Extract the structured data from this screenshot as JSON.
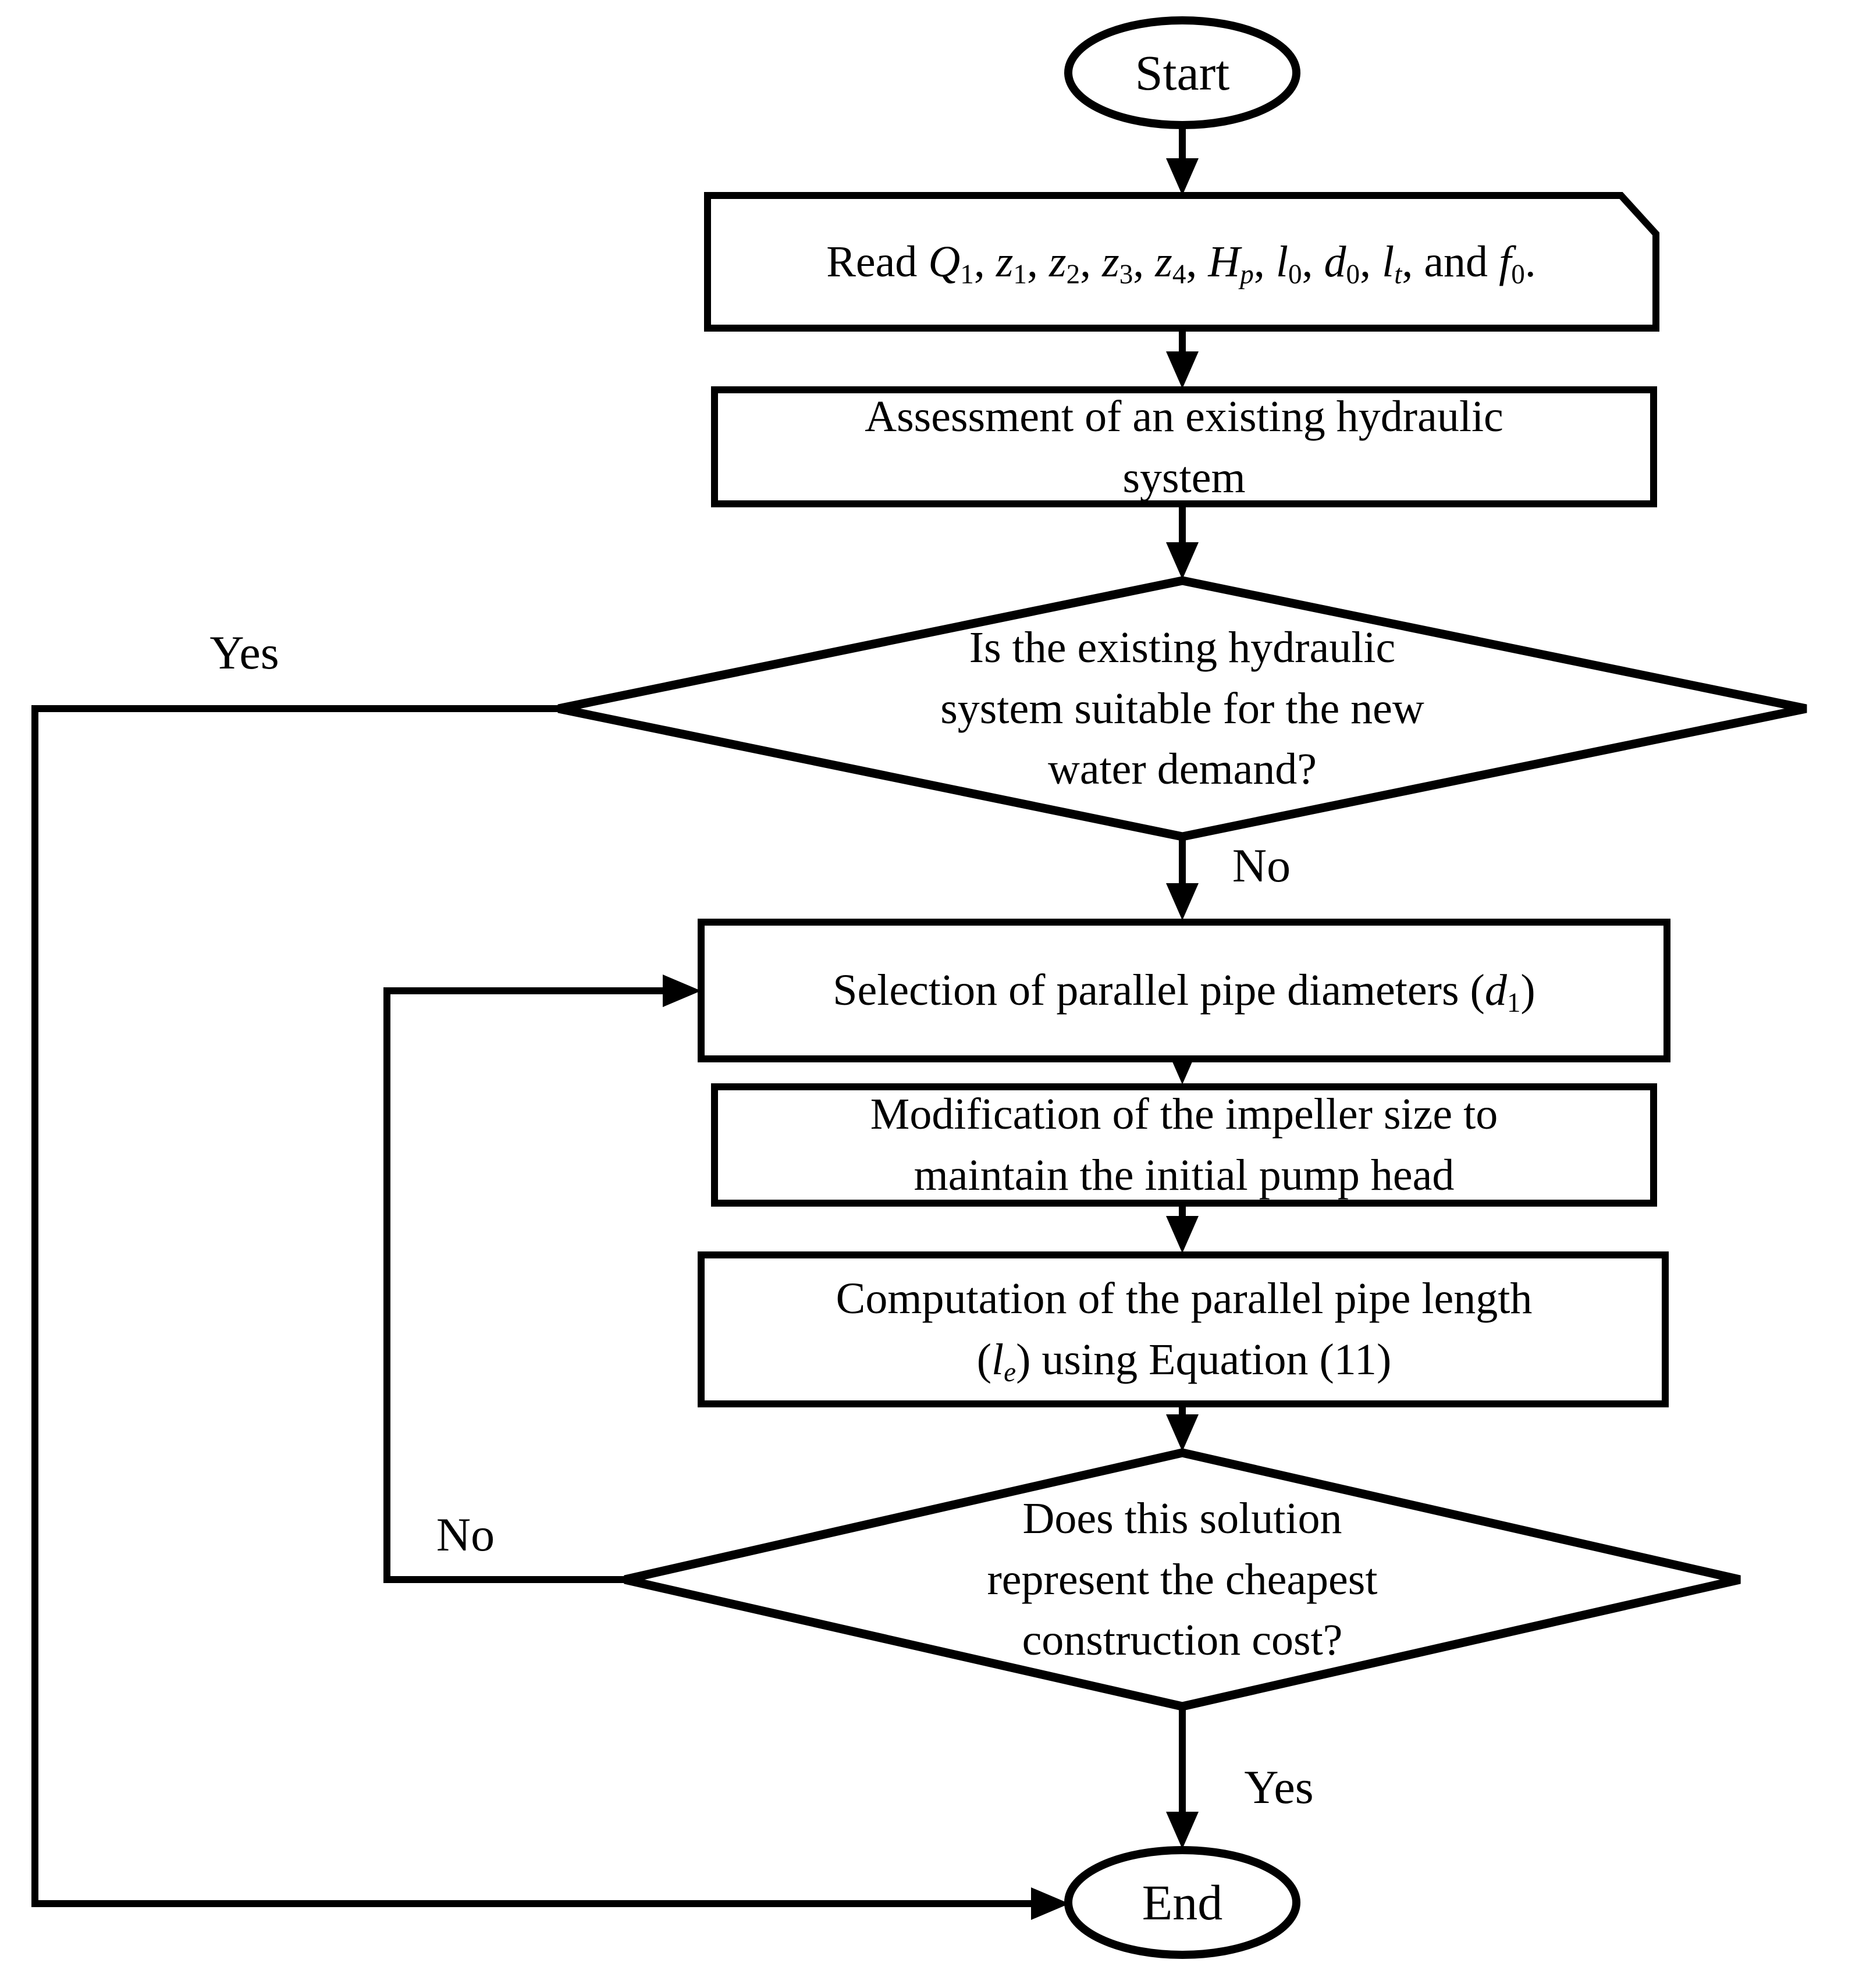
{
  "colors": {
    "ink": "#000000",
    "background": "#ffffff"
  },
  "nodes": {
    "start": "Start",
    "read": {
      "lead": "Read ",
      "vars": [
        {
          "v": "Q",
          "s": "1",
          "tail": ", "
        },
        {
          "v": "z",
          "s": "1",
          "tail": ", "
        },
        {
          "v": "z",
          "s": "2",
          "tail": ", "
        },
        {
          "v": "z",
          "s": "3",
          "tail": ", "
        },
        {
          "v": "z",
          "s": "4",
          "tail": ", "
        },
        {
          "v": "H",
          "s": "p",
          "tail": ", "
        },
        {
          "v": "l",
          "s": "0",
          "tail": ", "
        },
        {
          "v": "d",
          "s": "0",
          "tail": ", "
        },
        {
          "v": "l",
          "s": "t",
          "tail": ", and "
        },
        {
          "v": "f",
          "s": "0",
          "tail": "."
        }
      ]
    },
    "assessment": {
      "line1": "Assessment of an existing hydraulic",
      "line2": "system"
    },
    "decision1": {
      "line1": "Is the existing hydraulic",
      "line2": "system suitable for the new",
      "line3": "water demand?"
    },
    "selection": {
      "pre": "Selection of parallel pipe diameters (",
      "v": "d",
      "s": "1",
      "post": ")"
    },
    "modification": {
      "line1": "Modification of the impeller size to",
      "line2": "maintain the initial pump head"
    },
    "computation": {
      "line1": "Computation of the parallel pipe length",
      "pre2": "(",
      "v": "l",
      "s": "e",
      "post2": ") using Equation (11)"
    },
    "decision2": {
      "line1": "Does this solution",
      "line2": "represent the cheapest",
      "line3": "construction cost?"
    },
    "end": "End"
  },
  "labels": {
    "yes1": "Yes",
    "no1": "No",
    "no2": "No",
    "yes2": "Yes"
  }
}
